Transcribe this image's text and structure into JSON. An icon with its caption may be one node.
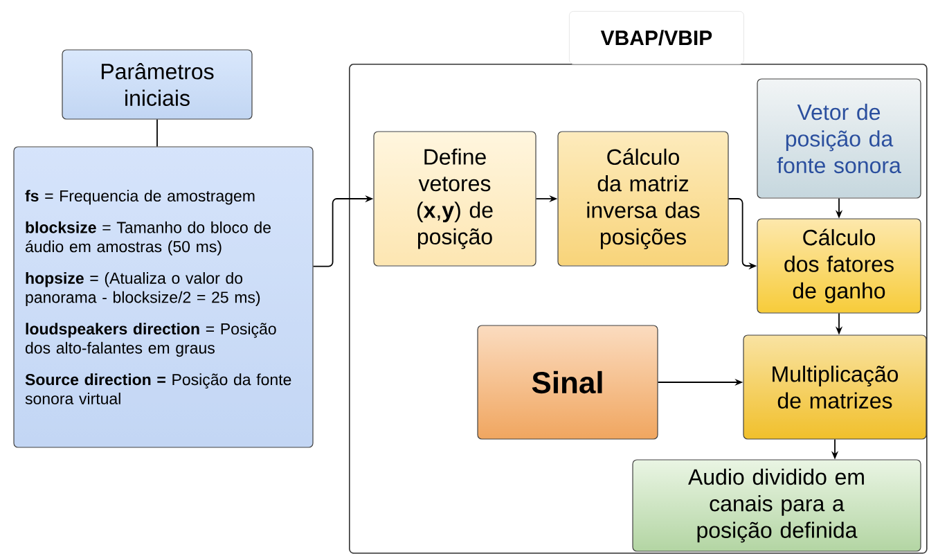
{
  "diagram": {
    "nodes": [
      {
        "text": [
          "Parâmetros iniciais"
        ]
      },
      {
        "text": [
          "**fs** = Frequencia de amostragem",
          "**blocksize** = Tamanho do bloco de áudio em amostras (50 ms)",
          "**hopsize** = (Atualiza o valor do panorama - blocksize/2 = 25 ms)",
          "**loudspeakers direction** = Posição dos alto-falantes em graus",
          "**Source direction =** Posição da fonte sonora virtual"
        ]
      },
      {
        "text": [
          "VBAP/VBIP"
        ]
      },
      {
        "text": [
          "Define vetores (**x**,**y**) de posição"
        ],
        "in": 2
      },
      {
        "text": [
          "Cálculo da matriz inversa das posições"
        ],
        "in": 2
      },
      {
        "text": [
          "Vetor de posição da fonte sonora"
        ],
        "in": 2
      },
      {
        "text": [
          "Cálculo dos fatores de ganho"
        ],
        "in": 2
      },
      {
        "text": [
          "Sinal"
        ],
        "in": 2
      },
      {
        "text": [
          "Multiplicação de matrizes"
        ],
        "in": 2
      },
      {
        "text": [
          "Audio dividido em canais para a posição definida"
        ],
        "in": 2
      }
    ],
    "edges": [
      {
        "from": 0,
        "to": 1,
        "arrow": "none"
      },
      {
        "from": 1,
        "to": 3,
        "arrow": "to"
      },
      {
        "from": 3,
        "to": 4,
        "arrow": "to"
      },
      {
        "from": 4,
        "to": 6,
        "arrow": "to"
      },
      {
        "from": 5,
        "to": 6,
        "arrow": "to"
      },
      {
        "from": 6,
        "to": 8,
        "arrow": "to"
      },
      {
        "from": 7,
        "to": 8,
        "arrow": "to"
      },
      {
        "from": 8,
        "to": 9,
        "arrow": "to"
      }
    ]
  }
}
